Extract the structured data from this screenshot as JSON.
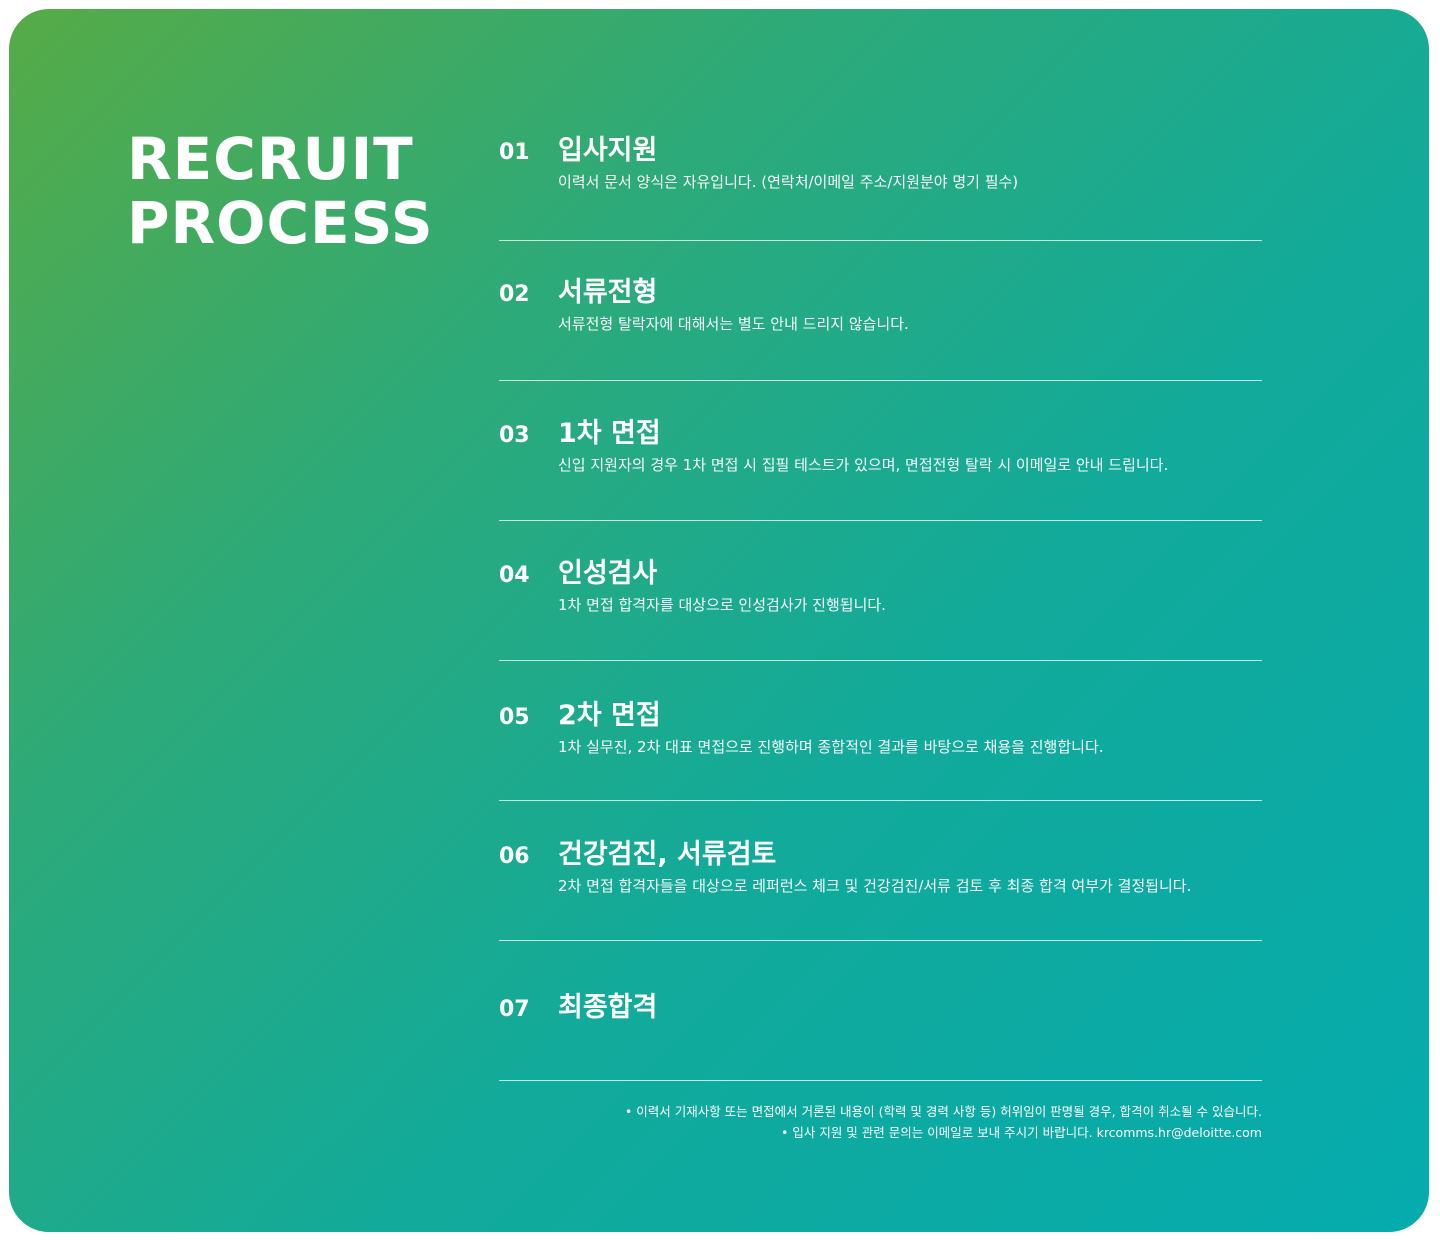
{
  "title": {
    "line1": "RECRUIT",
    "line2": "PROCESS"
  },
  "steps": [
    {
      "num": "01",
      "title": "입사지원",
      "desc": "이력서 문서 양식은 자유입니다. (연락처/이메일 주소/지원분야 명기 필수)"
    },
    {
      "num": "02",
      "title": "서류전형",
      "desc": "서류전형 탈락자에 대해서는 별도 안내 드리지 않습니다."
    },
    {
      "num": "03",
      "title": "1차 면접",
      "desc": "신입 지원자의 경우 1차 면접 시 집필 테스트가 있으며, 면접전형 탈락 시 이메일로 안내 드립니다."
    },
    {
      "num": "04",
      "title": "인성검사",
      "desc": "1차 면접 합격자를 대상으로 인성검사가 진행됩니다."
    },
    {
      "num": "05",
      "title": "2차 면접",
      "desc": "1차 실무진, 2차 대표 면접으로 진행하며 종합적인 결과를 바탕으로 채용을 진행합니다."
    },
    {
      "num": "06",
      "title": "건강검진, 서류검토",
      "desc": "2차 면접 합격자들을 대상으로 레퍼런스 체크 및 건강검진/서류 검토 후 최종 합격 여부가 결정됩니다."
    },
    {
      "num": "07",
      "title": "최종합격",
      "desc": ""
    }
  ],
  "notes": [
    "• 이력서 기재사항 또는 면접에서 거론된 내용이 (학력 및 경력 사항 등) 허위임이 판명될 경우, 합격이 취소될 수 있습니다.",
    "• 입사 지원 및 관련 문의는 이메일로 보내 주시기 바랍니다. krcomms.hr@deloitte.com"
  ],
  "colors": {
    "gradient_start": "#56ab46",
    "gradient_end": "#05abae",
    "text": "#ffffff"
  }
}
